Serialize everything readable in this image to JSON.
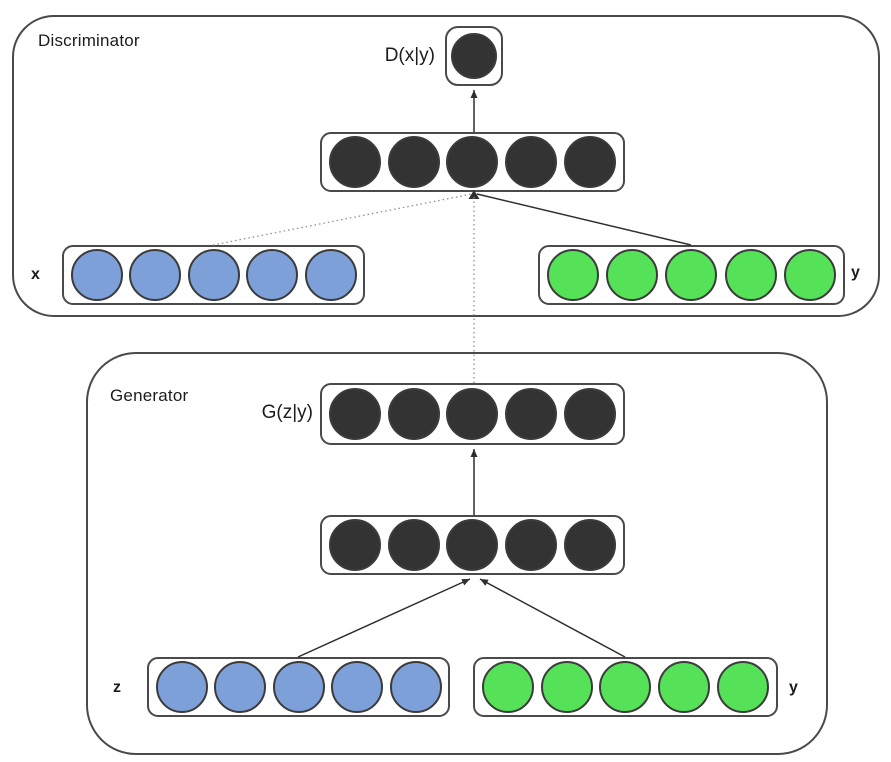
{
  "colors": {
    "background": "#ffffff",
    "text": "#1c1c1c",
    "box_border": "#4a4a4a",
    "node_border": "#3b3b3b",
    "node_dark": "#333333",
    "node_blue": "#7da0d9",
    "node_green": "#55e158",
    "edge_solid": "#2e2e2e",
    "edge_dotted": "#8f8f8f"
  },
  "discriminator": {
    "title": "Discriminator",
    "output_label": "D(x|y)",
    "output_layer": {
      "count": 1,
      "color_key": "node_dark"
    },
    "hidden_layer": {
      "count": 5,
      "color_key": "node_dark"
    },
    "x_input": {
      "label": "x",
      "count": 5,
      "color_key": "node_blue"
    },
    "y_input": {
      "label": "y",
      "count": 5,
      "color_key": "node_green"
    }
  },
  "generator": {
    "title": "Generator",
    "output_label": "G(z|y)",
    "output_layer": {
      "count": 5,
      "color_key": "node_dark"
    },
    "hidden_layer": {
      "count": 5,
      "color_key": "node_dark"
    },
    "z_input": {
      "label": "z",
      "count": 5,
      "color_key": "node_blue"
    },
    "y_input": {
      "label": "y",
      "count": 5,
      "color_key": "node_green"
    }
  },
  "edges": [
    {
      "from": "discriminator-hidden-layer",
      "to": "discriminator-output-node",
      "style": "solid",
      "arrow": true
    },
    {
      "from": "x-input-layer",
      "to": "discriminator-hidden-layer",
      "style": "dotted",
      "arrow": false
    },
    {
      "from": "y-input-layer",
      "to": "discriminator-hidden-layer",
      "style": "solid",
      "arrow": true
    },
    {
      "from": "generator-output-layer",
      "to": "discriminator-hidden-layer",
      "style": "dotted",
      "arrow": false
    },
    {
      "from": "generator-hidden-layer",
      "to": "generator-output-layer",
      "style": "solid",
      "arrow": true
    },
    {
      "from": "z-input-layer",
      "to": "generator-hidden-layer",
      "style": "solid",
      "arrow": true
    },
    {
      "from": "generator-y-input-layer",
      "to": "generator-hidden-layer",
      "style": "solid",
      "arrow": true
    }
  ]
}
